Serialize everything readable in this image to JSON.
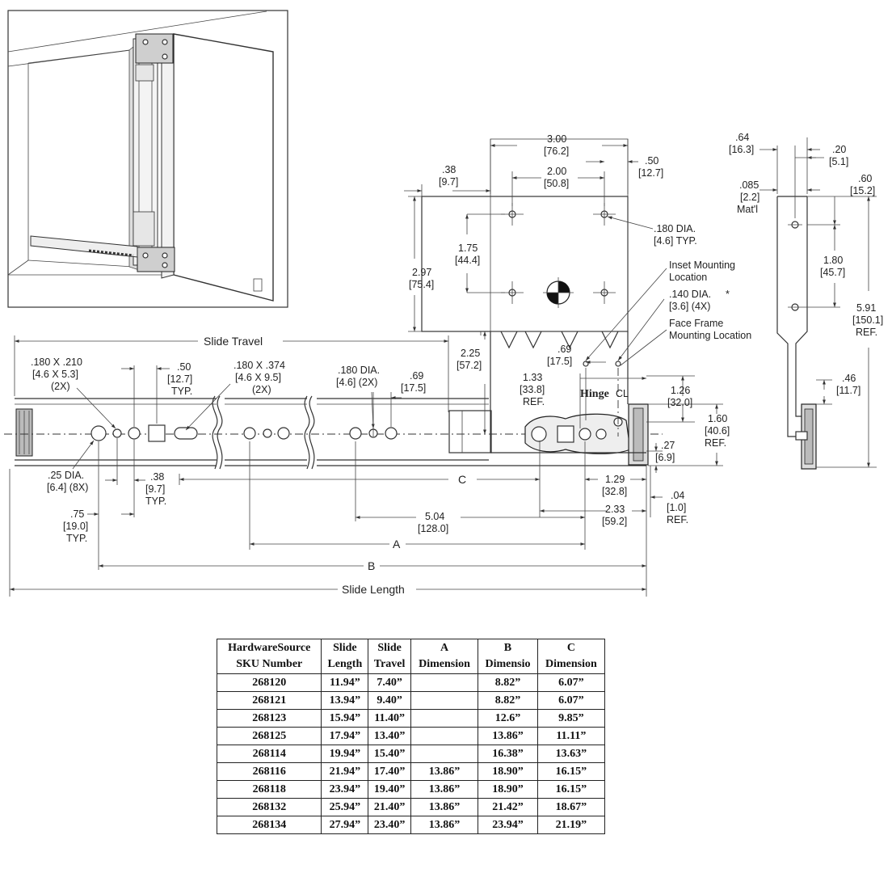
{
  "labels": {
    "slide_travel": "Slide Travel",
    "slide_length": "Slide Length",
    "a": "A",
    "b": "B",
    "c": "C",
    "hinge": "Hinge",
    "hinge_cl": "CL",
    "inset_mounting_1": "Inset Mounting",
    "inset_mounting_2": "Location",
    "face_frame_1": "Face Frame",
    "face_frame_2": "Mounting Location"
  },
  "dims": {
    "d300": [
      "3.00",
      "[76.2]"
    ],
    "d200": [
      "2.00",
      "[50.8]"
    ],
    "d050r": [
      ".50",
      "[12.7]"
    ],
    "d038": [
      ".38",
      "[9.7]"
    ],
    "d180typ": [
      ".180 DIA.",
      "[4.6] TYP."
    ],
    "d175": [
      "1.75",
      "[44.4]"
    ],
    "d297": [
      "2.97",
      "[75.4]"
    ],
    "d140": [
      ".140 DIA.",
      "[3.6] (4X)"
    ],
    "d225": [
      "2.25",
      "[57.2]"
    ],
    "d069h": [
      ".69",
      "[17.5]"
    ],
    "d133": [
      "1.33",
      "[33.8]",
      "REF."
    ],
    "d126": [
      "1.26",
      "[32.0]"
    ],
    "d160": [
      "1.60",
      "[40.6]",
      "REF."
    ],
    "d027": [
      ".27",
      "[6.9]"
    ],
    "d129": [
      "1.29",
      "[32.8]"
    ],
    "d233": [
      "2.33",
      "[59.2]"
    ],
    "d004": [
      ".04",
      "[1.0]",
      "REF."
    ],
    "d504": [
      "5.04",
      "[128.0]"
    ],
    "d180x210": [
      ".180 X .210",
      "[4.6 X 5.3]",
      "(2X)"
    ],
    "d050t": [
      ".50",
      "[12.7]",
      "TYP."
    ],
    "d180x374": [
      ".180 X .374",
      "[4.6 X 9.5]",
      "(2X)"
    ],
    "d180x2": [
      ".180 DIA.",
      "[4.6] (2X)"
    ],
    "d069s": [
      ".69",
      "[17.5]"
    ],
    "d025": [
      ".25 DIA.",
      "[6.4] (8X)"
    ],
    "d038t": [
      ".38",
      "[9.7]",
      "TYP."
    ],
    "d075": [
      ".75",
      "[19.0]",
      "TYP."
    ],
    "d064": [
      ".64",
      "[16.3]"
    ],
    "d020": [
      ".20",
      "[5.1]"
    ],
    "d085": [
      ".085",
      "[2.2]",
      "Mat'l"
    ],
    "d060": [
      ".60",
      "[15.2]"
    ],
    "d180s": [
      "1.80",
      "[45.7]"
    ],
    "d591": [
      "5.91",
      "[150.1]",
      "REF."
    ],
    "d046": [
      ".46",
      "[11.7]"
    ]
  },
  "table": {
    "headers": [
      [
        "HardwareSource",
        "SKU Number"
      ],
      [
        "Slide",
        "Length"
      ],
      [
        "Slide",
        "Travel"
      ],
      [
        "A",
        "Dimension"
      ],
      [
        "B",
        "Dimensio"
      ],
      [
        "C",
        "Dimension"
      ]
    ],
    "rows": [
      [
        "268120",
        "11.94”",
        "7.40”",
        "",
        "8.82”",
        "6.07”"
      ],
      [
        "268121",
        "13.94”",
        "9.40”",
        "",
        "8.82”",
        "6.07”"
      ],
      [
        "268123",
        "15.94”",
        "11.40”",
        "",
        "12.6”",
        "9.85”"
      ],
      [
        "268125",
        "17.94”",
        "13.40”",
        "",
        "13.86”",
        "11.11”"
      ],
      [
        "268114",
        "19.94”",
        "15.40”",
        "",
        "16.38”",
        "13.63”"
      ],
      [
        "268116",
        "21.94”",
        "17.40”",
        "13.86”",
        "18.90”",
        "16.15”"
      ],
      [
        "268118",
        "23.94”",
        "19.40”",
        "13.86”",
        "18.90”",
        "16.15”"
      ],
      [
        "268132",
        "25.94”",
        "21.40”",
        "13.86”",
        "21.42”",
        "18.67”"
      ],
      [
        "268134",
        "27.94”",
        "23.40”",
        "13.86”",
        "23.94”",
        "21.19”"
      ]
    ]
  }
}
